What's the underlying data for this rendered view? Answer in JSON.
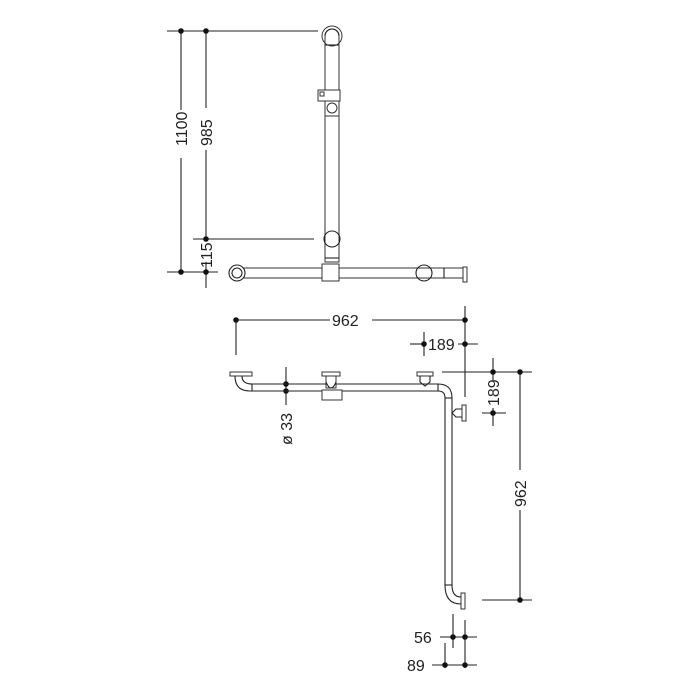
{
  "diagram": {
    "type": "technical-drawing",
    "subject": "shower grab rail with sliding shower head holder",
    "colors": {
      "line": "#222222",
      "background": "#ffffff"
    },
    "side_view": {
      "dimensions": {
        "total_height": "1100",
        "vertical_bar": "985",
        "lower_offset": "115"
      }
    },
    "top_view": {
      "dimensions": {
        "horizontal_length": "962",
        "vertical_length": "962",
        "top_offset": "189",
        "side_offset": "189",
        "tube_diameter": "ø 33",
        "wall_offset_inner": "56",
        "wall_offset_outer": "89"
      }
    }
  }
}
